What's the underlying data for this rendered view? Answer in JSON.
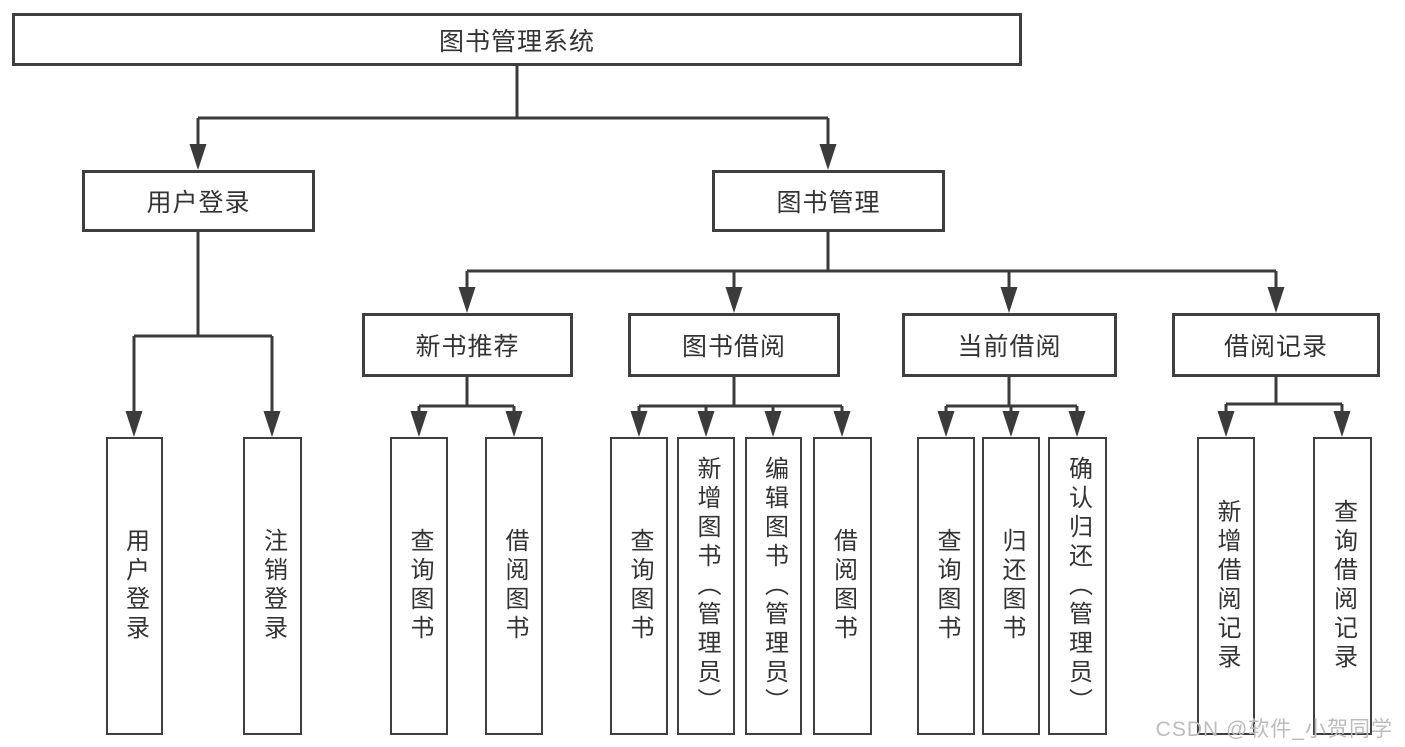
{
  "title": "图书管理系统",
  "watermark": "CSDN @软件_小贺同学",
  "colors": {
    "line": "#3b3b3b",
    "border": "#3f3f3f",
    "text": "#333333",
    "watermark": "#bcbcbc",
    "background": "#ffffff"
  },
  "root": {
    "id": "library-system",
    "label": "图书管理系统"
  },
  "level2": [
    {
      "id": "user-login",
      "label": "用户登录",
      "parent": "library-system"
    },
    {
      "id": "book-management",
      "label": "图书管理",
      "parent": "library-system"
    }
  ],
  "level3": [
    {
      "id": "new-book-recommend",
      "label": "新书推荐",
      "parent": "book-management"
    },
    {
      "id": "book-borrowing",
      "label": "图书借阅",
      "parent": "book-management"
    },
    {
      "id": "current-borrowing",
      "label": "当前借阅",
      "parent": "book-management"
    },
    {
      "id": "borrowing-records",
      "label": "借阅记录",
      "parent": "book-management"
    }
  ],
  "leaves": [
    {
      "label": "用户登录",
      "parent": "user-login"
    },
    {
      "label": "注销登录",
      "parent": "user-login"
    },
    {
      "label": "查询图书",
      "parent": "new-book-recommend"
    },
    {
      "label": "借阅图书",
      "parent": "new-book-recommend"
    },
    {
      "label": "查询图书",
      "parent": "book-borrowing"
    },
    {
      "label": "新增图书（管理员）",
      "parent": "book-borrowing"
    },
    {
      "label": "编辑图书（管理员）",
      "parent": "book-borrowing"
    },
    {
      "label": "借阅图书",
      "parent": "book-borrowing"
    },
    {
      "label": "查询图书",
      "parent": "current-borrowing"
    },
    {
      "label": "归还图书",
      "parent": "current-borrowing"
    },
    {
      "label": "确认归还（管理员）",
      "parent": "current-borrowing"
    },
    {
      "label": "新增借阅记录",
      "parent": "borrowing-records"
    },
    {
      "label": "查询借阅记录",
      "parent": "borrowing-records"
    }
  ]
}
